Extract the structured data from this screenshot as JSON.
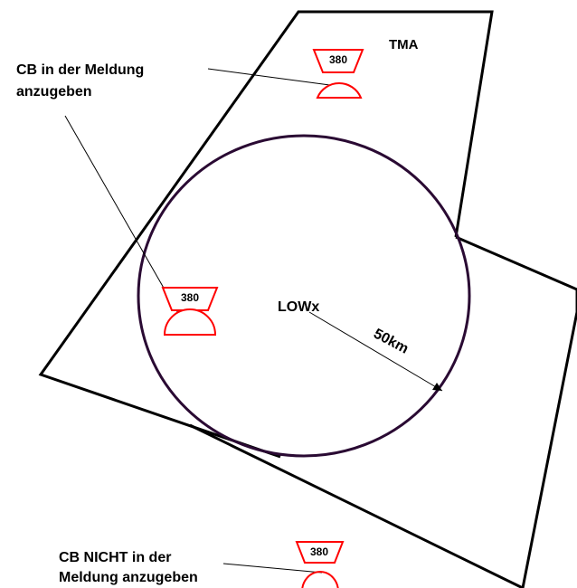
{
  "labels": {
    "tma": "TMA",
    "airport": "LOWx",
    "radius": "50km",
    "cb_reported_line1": "CB in der Meldung",
    "cb_reported_line2": "anzugeben",
    "cb_not_reported_line1": "CB NICHT in der",
    "cb_not_reported_line2": "Meldung anzugeben"
  },
  "cb_symbols": [
    {
      "id": "cb-top",
      "level": "380"
    },
    {
      "id": "cb-left",
      "level": "380"
    },
    {
      "id": "cb-bottom",
      "level": "380"
    }
  ],
  "colors": {
    "tma_outline": "#000000",
    "radius_circle": "#2a0a33",
    "cb_symbol": "#ff0000",
    "leader_lines": "#000000"
  }
}
